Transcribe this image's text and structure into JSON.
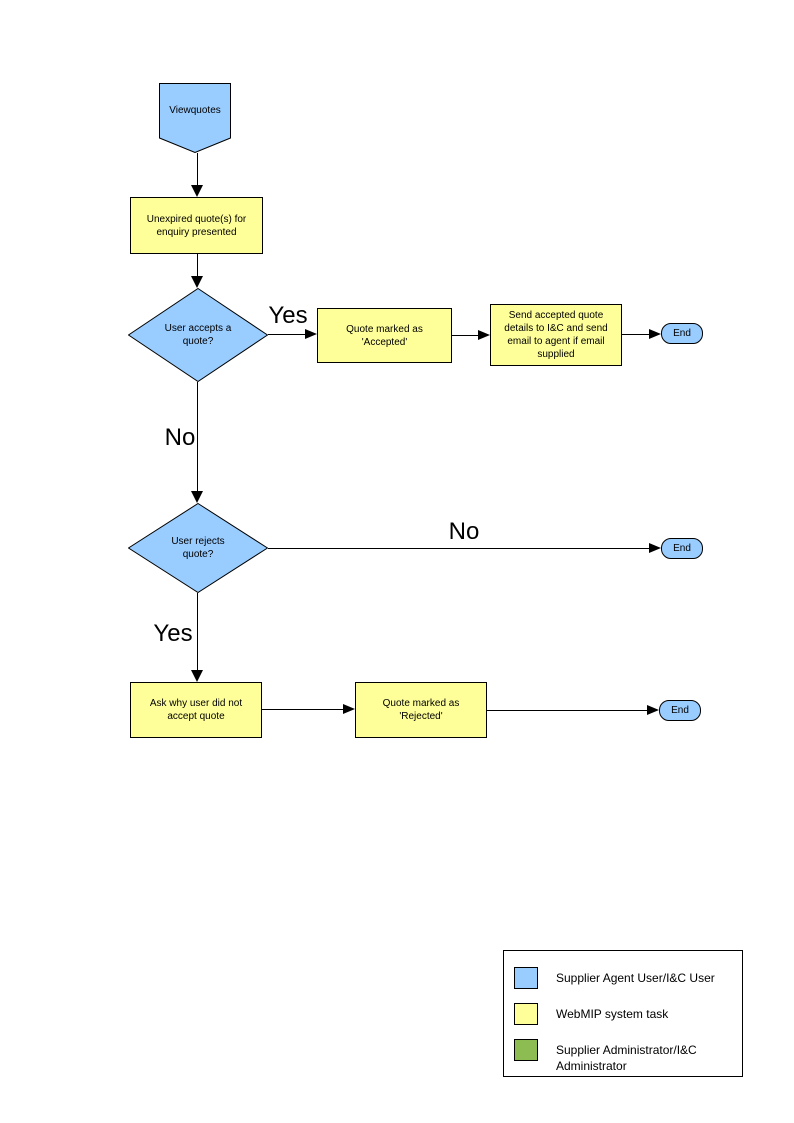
{
  "colors": {
    "user_shape_blue": "#99CCFF",
    "system_task_yellow": "#FFFF99",
    "admin_green": "#8CBC52",
    "outline_black": "#000000"
  },
  "flowchart": {
    "start": {
      "label": "Viewquotes"
    },
    "process_unexpired": {
      "label": "Unexpired quote(s) for enquiry presented"
    },
    "decision_accepts": {
      "label": "User accepts a quote?"
    },
    "process_marked_accepted": {
      "label": "Quote  marked as 'Accepted'"
    },
    "process_send_details": {
      "label": "Send accepted quote details to I&C and send email to agent if email supplied"
    },
    "decision_rejects": {
      "label": "User rejects quote?"
    },
    "process_ask_why": {
      "label": "Ask why user did not accept quote"
    },
    "process_marked_rejected": {
      "label": "Quote  marked as 'Rejected'"
    },
    "branch_labels": {
      "accepts_yes": "Yes",
      "accepts_no": "No",
      "rejects_no": "No",
      "rejects_yes": "Yes"
    },
    "ends": [
      "End",
      "End",
      "End"
    ]
  },
  "legend": {
    "items": [
      {
        "color": "#99CCFF",
        "label": "Supplier Agent User/I&C User"
      },
      {
        "color": "#FFFF99",
        "label": "WebMIP system task"
      },
      {
        "color": "#8CBC52",
        "label": "Supplier Administrator/I&C Administrator"
      }
    ]
  }
}
